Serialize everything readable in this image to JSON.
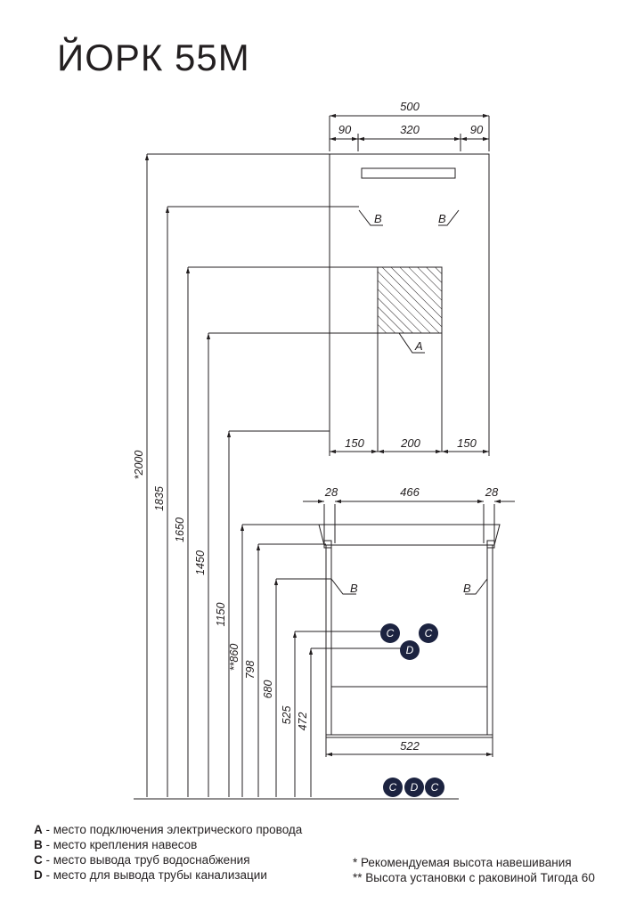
{
  "title": "ЙОРК 55М",
  "mirror": {
    "width_total": "500",
    "width_left": "90",
    "width_middle": "320",
    "width_right": "90",
    "bottom_left": "150",
    "bottom_middle": "200",
    "bottom_right": "150"
  },
  "cabinet": {
    "top_left": "28",
    "top_middle": "466",
    "top_right": "28",
    "bottom_width": "522"
  },
  "heights": {
    "h2000": "*2000",
    "h1835": "1835",
    "h1650": "1650",
    "h1450": "1450",
    "h1150": "1150",
    "h860": "**860",
    "h798": "798",
    "h680": "680",
    "h525": "525",
    "h472": "472"
  },
  "markers": {
    "a": "A",
    "b": "B",
    "c": "C",
    "d": "D"
  },
  "legend": {
    "a_key": "A",
    "a_text": " - место подключения электрического провода",
    "b_key": "B",
    "b_text": " - место крепления навесов",
    "c_key": "C",
    "c_text": " - место вывода труб водоснабжения",
    "d_key": "D",
    "d_text": " - место для вывода трубы канализации",
    "note1": "* Рекомендуемая высота навешивания",
    "note2": "** Высота установки с раковиной Тигода 60"
  },
  "colors": {
    "line": "#231f20",
    "dot": "#1c2340"
  }
}
